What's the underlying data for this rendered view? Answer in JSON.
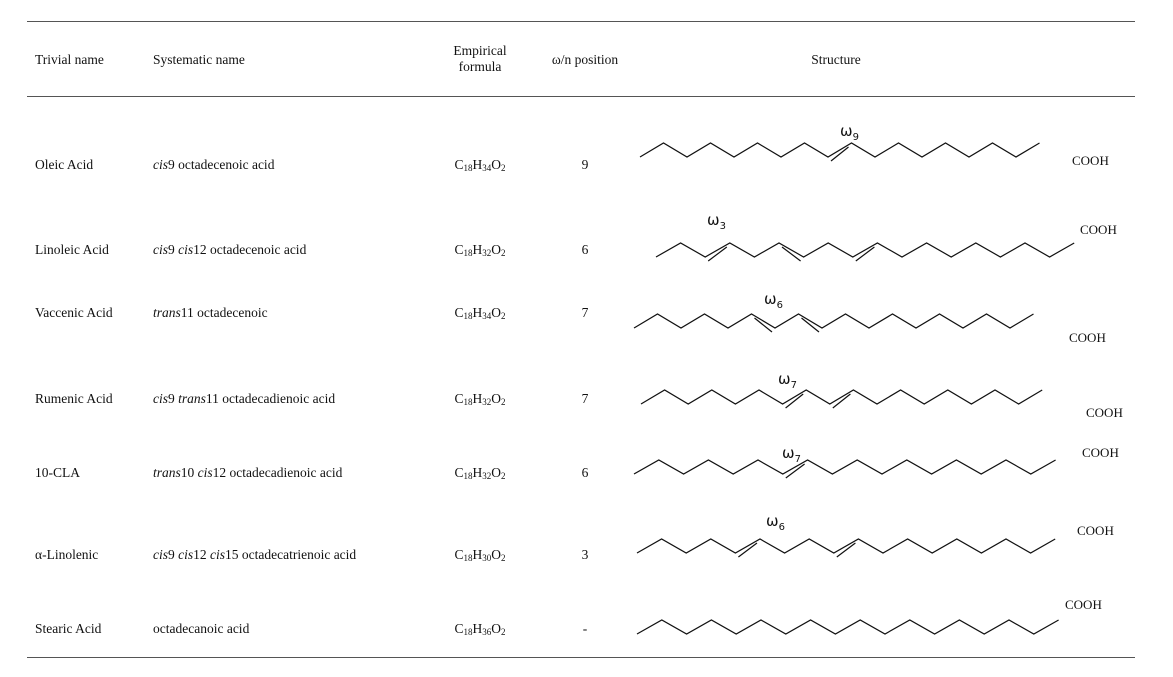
{
  "headers": {
    "trivial": "Trivial name",
    "systematic": "Systematic name",
    "formula_line1": "Empirical",
    "formula_line2": "formula",
    "position": "ω/n position",
    "structure": "Structure"
  },
  "rows": [
    {
      "trivial": "Oleic Acid",
      "sys": [
        {
          "t": "cis",
          "i": true
        },
        {
          "t": "9 octadecenoic acid",
          "i": false
        }
      ],
      "formula": [
        {
          "t": "C"
        },
        {
          "t": "18",
          "s": true
        },
        {
          "t": "H"
        },
        {
          "t": "34",
          "s": true
        },
        {
          "t": "O"
        },
        {
          "t": "2",
          "s": true
        }
      ],
      "position": "9",
      "omega_label": "ω",
      "omega_sub": "9",
      "cooh": "COOH"
    },
    {
      "trivial": "Linoleic Acid",
      "sys": [
        {
          "t": "cis",
          "i": true
        },
        {
          "t": "9 ",
          "i": false
        },
        {
          "t": "cis",
          "i": true
        },
        {
          "t": "12 octadecenoic acid",
          "i": false
        }
      ],
      "formula": [
        {
          "t": "C"
        },
        {
          "t": "18",
          "s": true
        },
        {
          "t": "H"
        },
        {
          "t": "32",
          "s": true
        },
        {
          "t": "O"
        },
        {
          "t": "2",
          "s": true
        }
      ],
      "position": "6",
      "omega_label": "ω",
      "omega_sub": "3",
      "cooh": "COOH"
    },
    {
      "trivial": "Vaccenic Acid",
      "sys": [
        {
          "t": "trans",
          "i": true
        },
        {
          "t": "11 octadecenoic",
          "i": false
        }
      ],
      "formula": [
        {
          "t": "C"
        },
        {
          "t": "18",
          "s": true
        },
        {
          "t": "H"
        },
        {
          "t": "34",
          "s": true
        },
        {
          "t": "O"
        },
        {
          "t": "2",
          "s": true
        }
      ],
      "position": "7",
      "omega_label": "ω",
      "omega_sub": "6",
      "cooh": "COOH"
    },
    {
      "trivial": "Rumenic Acid",
      "sys": [
        {
          "t": "cis",
          "i": true
        },
        {
          "t": "9 ",
          "i": false
        },
        {
          "t": "trans",
          "i": true
        },
        {
          "t": "11 octadecadienoic acid",
          "i": false
        }
      ],
      "formula": [
        {
          "t": "C"
        },
        {
          "t": "18",
          "s": true
        },
        {
          "t": "H"
        },
        {
          "t": "32",
          "s": true
        },
        {
          "t": "O"
        },
        {
          "t": "2",
          "s": true
        }
      ],
      "position": "7",
      "omega_label": "ω",
      "omega_sub": "7",
      "cooh": "COOH"
    },
    {
      "trivial": "10-CLA",
      "sys": [
        {
          "t": "trans",
          "i": true
        },
        {
          "t": "10 ",
          "i": false
        },
        {
          "t": "cis",
          "i": true
        },
        {
          "t": "12 octadecadienoic acid",
          "i": false
        }
      ],
      "formula": [
        {
          "t": "C"
        },
        {
          "t": "18",
          "s": true
        },
        {
          "t": "H"
        },
        {
          "t": "32",
          "s": true
        },
        {
          "t": "O"
        },
        {
          "t": "2",
          "s": true
        }
      ],
      "position": "6",
      "omega_label": "ω",
      "omega_sub": "7",
      "cooh": "COOH"
    },
    {
      "trivial": "α-Linolenic",
      "sys": [
        {
          "t": "cis",
          "i": true
        },
        {
          "t": "9 ",
          "i": false
        },
        {
          "t": "cis",
          "i": true
        },
        {
          "t": "12 ",
          "i": false
        },
        {
          "t": "cis",
          "i": true
        },
        {
          "t": "15 octadecatrienoic acid",
          "i": false
        }
      ],
      "formula": [
        {
          "t": "C"
        },
        {
          "t": "18",
          "s": true
        },
        {
          "t": "H"
        },
        {
          "t": "30",
          "s": true
        },
        {
          "t": "O"
        },
        {
          "t": "2",
          "s": true
        }
      ],
      "position": "3",
      "omega_label": "ω",
      "omega_sub": "6",
      "cooh": "COOH"
    },
    {
      "trivial": "Stearic Acid",
      "sys": [
        {
          "t": "octadecanoic acid",
          "i": false
        }
      ],
      "formula": [
        {
          "t": "C"
        },
        {
          "t": "18",
          "s": true
        },
        {
          "t": "H"
        },
        {
          "t": "36",
          "s": true
        },
        {
          "t": "O"
        },
        {
          "t": "2",
          "s": true
        }
      ],
      "position": "-",
      "omega_label": "",
      "omega_sub": "",
      "cooh": "COOH"
    }
  ]
}
